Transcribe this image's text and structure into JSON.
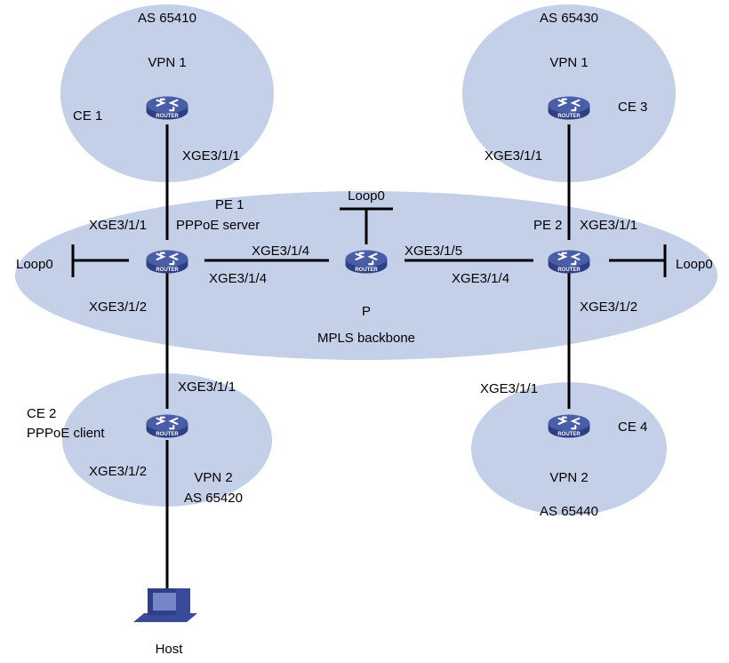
{
  "diagram": {
    "zones": {
      "as65410": {
        "as": "AS 65410",
        "vpn": "VPN 1"
      },
      "as65430": {
        "as": "AS 65430",
        "vpn": "VPN 1"
      },
      "as65420": {
        "as": "AS 65420",
        "vpn": "VPN 2"
      },
      "as65440": {
        "as": "AS 65440",
        "vpn": "VPN 2"
      },
      "backbone": {
        "label": "MPLS backbone"
      }
    },
    "devices": {
      "ce1": {
        "name": "CE 1"
      },
      "ce3": {
        "name": "CE 3"
      },
      "pe1": {
        "name": "PE 1",
        "role": "PPPoE server"
      },
      "p": {
        "name": "P"
      },
      "pe2": {
        "name": "PE 2"
      },
      "ce2": {
        "name": "CE 2",
        "role": "PPPoE client"
      },
      "ce4": {
        "name": "CE 4"
      },
      "host": {
        "name": "Host"
      },
      "router_text": "ROUTER"
    },
    "interfaces": {
      "ce1_down": "XGE3/1/1",
      "ce3_down": "XGE3/1/1",
      "pe1_up": "XGE3/1/1",
      "pe1_right": "XGE3/1/4",
      "pe1_down": "XGE3/1/2",
      "pe1_loop": "Loop0",
      "p_left": "XGE3/1/4",
      "p_right": "XGE3/1/5",
      "p_loop": "Loop0",
      "pe2_left": "XGE3/1/4",
      "pe2_up": "XGE3/1/1",
      "pe2_down": "XGE3/1/2",
      "pe2_loop": "Loop0",
      "ce2_up": "XGE3/1/1",
      "ce2_down": "XGE3/1/2",
      "ce4_up": "XGE3/1/1"
    },
    "colors": {
      "zone": "#c3d0e8",
      "router_top": "#4a5ea8",
      "router_side": "#2e3f86"
    }
  }
}
